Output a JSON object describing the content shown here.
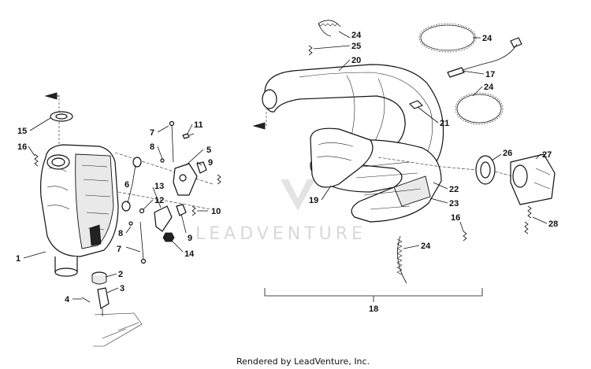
{
  "callouts": [
    {
      "id": "c1",
      "label": "1"
    },
    {
      "id": "c2",
      "label": "2"
    },
    {
      "id": "c3",
      "label": "3"
    },
    {
      "id": "c4",
      "label": "4"
    },
    {
      "id": "c5",
      "label": "5"
    },
    {
      "id": "c6",
      "label": "6"
    },
    {
      "id": "c7a",
      "label": "7"
    },
    {
      "id": "c7b",
      "label": "7"
    },
    {
      "id": "c8a",
      "label": "8"
    },
    {
      "id": "c8b",
      "label": "8"
    },
    {
      "id": "c9a",
      "label": "9"
    },
    {
      "id": "c9b",
      "label": "9"
    },
    {
      "id": "c10",
      "label": "10"
    },
    {
      "id": "c11",
      "label": "11"
    },
    {
      "id": "c12",
      "label": "12"
    },
    {
      "id": "c13",
      "label": "13"
    },
    {
      "id": "c14",
      "label": "14"
    },
    {
      "id": "c15",
      "label": "15"
    },
    {
      "id": "c16a",
      "label": "16"
    },
    {
      "id": "c16b",
      "label": "16"
    },
    {
      "id": "c17",
      "label": "17"
    },
    {
      "id": "c18",
      "label": "18"
    },
    {
      "id": "c19",
      "label": "19"
    },
    {
      "id": "c20",
      "label": "20"
    },
    {
      "id": "c21",
      "label": "21"
    },
    {
      "id": "c22",
      "label": "22"
    },
    {
      "id": "c23",
      "label": "23"
    },
    {
      "id": "c24a",
      "label": "24"
    },
    {
      "id": "c24b",
      "label": "24"
    },
    {
      "id": "c24c",
      "label": "24"
    },
    {
      "id": "c24d",
      "label": "24"
    },
    {
      "id": "c25",
      "label": "25"
    },
    {
      "id": "c26",
      "label": "26"
    },
    {
      "id": "c27",
      "label": "27"
    },
    {
      "id": "c28",
      "label": "28"
    }
  ],
  "watermark": "LEADVENTURE",
  "credit": "Rendered by LeadVenture, Inc."
}
